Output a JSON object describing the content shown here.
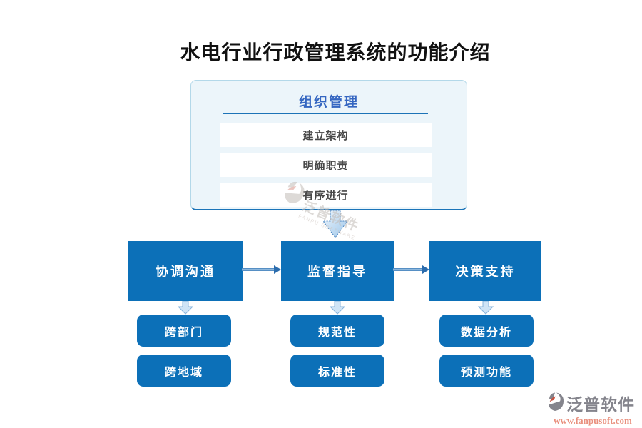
{
  "page": {
    "title": "水电行业行政管理系统的功能介绍"
  },
  "panel": {
    "header": "组织管理",
    "items": [
      "建立架构",
      "明确职责",
      "有序进行"
    ]
  },
  "flow": {
    "nodes": [
      {
        "label": "协调沟通",
        "children": [
          "跨部门",
          "跨地域"
        ]
      },
      {
        "label": "监督指导",
        "children": [
          "规范性",
          "标准性"
        ]
      },
      {
        "label": "决策支持",
        "children": [
          "数据分析",
          "预测功能"
        ]
      }
    ]
  },
  "watermark": {
    "name": "泛普软件",
    "sub": "FANPU SOFTWARE"
  },
  "footer": {
    "brand": "泛普软件",
    "url": "www.fanpusoft.com"
  },
  "colors": {
    "primary_blue": "#0c70b8",
    "panel_bg": "#ecf5fa",
    "panel_border": "#b3d8e9",
    "header_blue": "#3566c1",
    "divider_blue": "#1d73b7",
    "arrow_light_fill": "#cfe4f6",
    "arrow_border": "#8ab4dc",
    "connector_head": "#2b6cad",
    "brand_gray": "#84848c",
    "brand_red": "#c8503e",
    "url_salmon": "#e9907e"
  }
}
